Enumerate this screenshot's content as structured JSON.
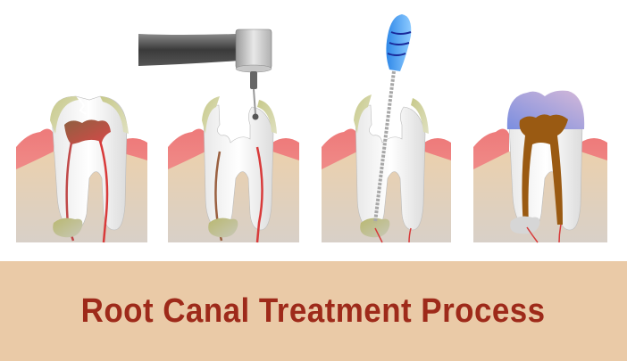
{
  "title": "Root Canal Treatment Process",
  "colors": {
    "banner_bg": "#eacaa7",
    "title_text": "#9e2a1a",
    "gum": "#ee8080",
    "bone": "#e8cfae",
    "bone_bottom": "#d8cfc5",
    "enamel_plaque": "#c9c98a",
    "pulp_infected": "#c03c3c",
    "nerve": "#d83a3a",
    "filling": "#9a5a12",
    "crown": "#9a90d0",
    "file_handle": "#4aa0f0",
    "drill": "#555555"
  },
  "stages": [
    {
      "id": "infected-tooth",
      "tool": "none"
    },
    {
      "id": "drilling",
      "tool": "dental-drill"
    },
    {
      "id": "cleaning",
      "tool": "endodontic-file"
    },
    {
      "id": "filled-and-crowned",
      "tool": "none"
    }
  ]
}
